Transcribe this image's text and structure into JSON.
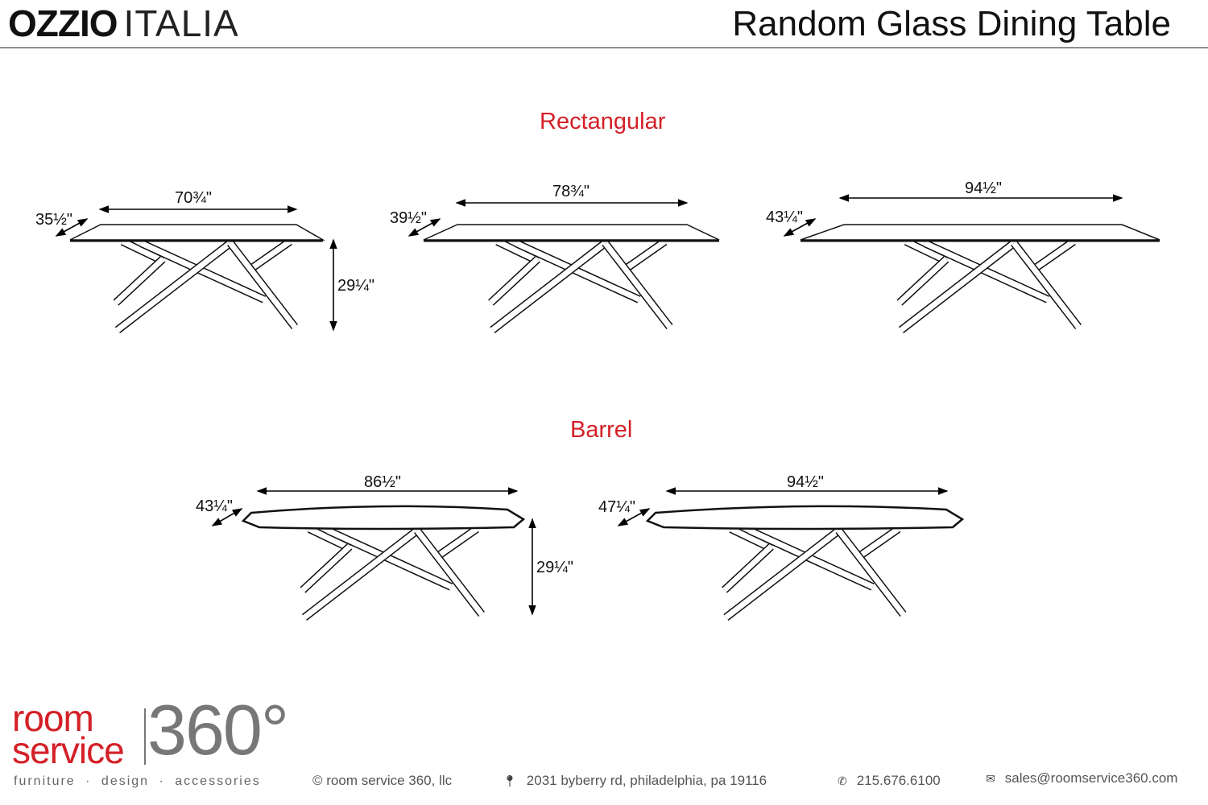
{
  "header": {
    "brand_bold": "OZZIO",
    "brand_light": "ITALIA",
    "title": "Random Glass Dining Table"
  },
  "sections": [
    {
      "label": "Rectangular",
      "tables": [
        {
          "length": "70¾\"",
          "depth": "35½\"",
          "height": "29¼\""
        },
        {
          "length": "78¾\"",
          "depth": "39½\""
        },
        {
          "length": "94½\"",
          "depth": "43¼\""
        }
      ]
    },
    {
      "label": "Barrel",
      "tables": [
        {
          "length": "86½\"",
          "depth": "43¼\"",
          "height": "29¼\""
        },
        {
          "length": "94½\"",
          "depth": "47¼\""
        }
      ]
    }
  ],
  "footer": {
    "logo_room": "room",
    "logo_service": "service",
    "logo_360": "360°",
    "tagline": "furniture · design · accessories",
    "copyright": "© room service 360, llc",
    "address": "2031 byberry rd, philadelphia, pa 19116",
    "phone": "215.676.6100",
    "email": "sales@roomservice360.com",
    "icons": [
      "map-pin-icon",
      "phone-icon",
      "envelope-icon"
    ]
  }
}
